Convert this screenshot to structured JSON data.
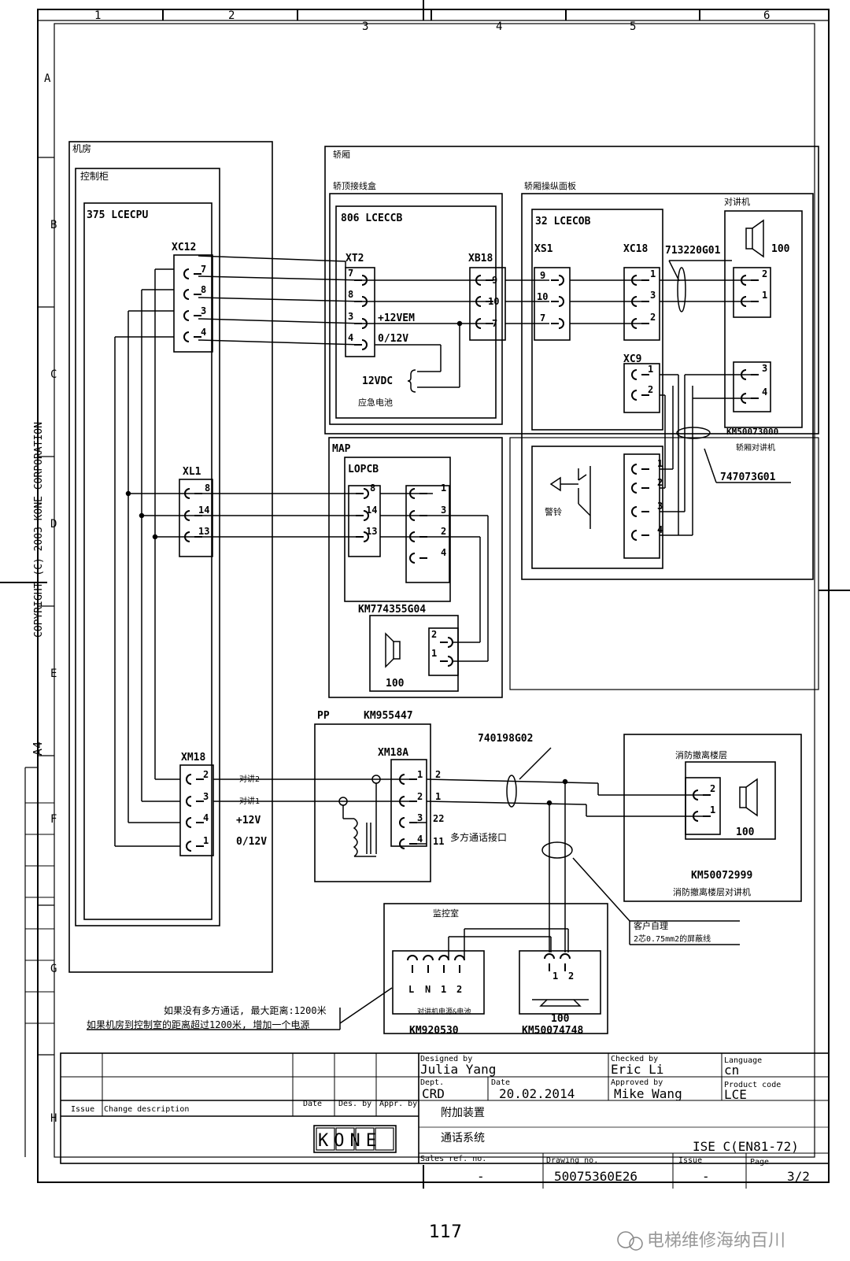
{
  "grid": {
    "columns": [
      "1",
      "2",
      "3",
      "4",
      "5",
      "6"
    ],
    "rows": [
      "A",
      "B",
      "C",
      "D",
      "E",
      "F",
      "G",
      "H"
    ]
  },
  "copyright": "COPYRIGHT (C) 2003 KONE CORPORATION",
  "paper_size": "A4",
  "regions": {
    "machine_room": "机房",
    "control_cabinet": "控制柜",
    "cpu_board": "375 LCECPU",
    "car": "轿厢",
    "car_top_box": "轿顶接线盒",
    "car_top_board": "806 LCECCB",
    "car_panel": "轿厢操纵面板",
    "car_panel_board": "32 LCECOB",
    "intercom": "对讲机",
    "map": "MAP",
    "lopcb": "LOPCB",
    "pp": "PP",
    "pp_code": "KM955447",
    "monitor_room": "监控室",
    "fire_floor": "消防撤离楼层"
  },
  "connectors": {
    "xc12": "XC12",
    "xt2": "XT2",
    "xb18": "XB18",
    "xs1": "XS1",
    "xc18": "XC18",
    "xc9": "XC9",
    "xl1": "XL1",
    "xm18": "XM18",
    "xm18a": "XM18A"
  },
  "pins": {
    "xc12": [
      "7",
      "8",
      "3",
      "4"
    ],
    "xt2": [
      "7",
      "8",
      "3",
      "4"
    ],
    "xb18": [
      "9",
      "10",
      "7"
    ],
    "xs1": [
      "9",
      "10",
      "7"
    ],
    "xc18": [
      "1",
      "3",
      "2"
    ],
    "xc9": [
      "1",
      "2"
    ],
    "car_intercom_top": [
      "2",
      "1"
    ],
    "car_intercom_bottom": [
      "3",
      "4"
    ],
    "bell": [
      "1",
      "2",
      "3",
      "4"
    ],
    "xl1": [
      "8",
      "14",
      "13"
    ],
    "lopcb_left": [
      "8",
      "14",
      "13"
    ],
    "lopcb_right": [
      "1",
      "3",
      "2",
      "4"
    ],
    "map_speaker": [
      "2",
      "1"
    ],
    "xm18": [
      "2",
      "3",
      "4",
      "1"
    ],
    "xm18a": [
      "1",
      "2",
      "3",
      "4"
    ],
    "xm18a_out": [
      "2",
      "1",
      "22",
      "11"
    ],
    "fire_speaker": [
      "2",
      "1"
    ],
    "monitor_power": [
      "L",
      "N",
      "1",
      "2"
    ],
    "monitor_speaker": [
      "1",
      "2"
    ]
  },
  "labels": {
    "plus12vem": "+12VEM",
    "zero12v_a": "0/12V",
    "v12dc": "12VDC",
    "emergency_battery": "应急电池",
    "cable_713": "713220G01",
    "speaker_100": "100",
    "car_intercom_code": "KM50073000",
    "car_intercom_name": "轿厢对讲机",
    "cable_747": "747073G01",
    "bell": "警铃",
    "map_code": "KM774355G04",
    "talk2": "对讲2",
    "talk1": "对讲1",
    "plus12v": "+12V",
    "zero12v_b": "0/12V",
    "cable_740": "740198G02",
    "multi_party_port": "多方通话接口",
    "fire_code": "KM50072999",
    "fire_name": "消防撤离楼层对讲机",
    "customer_own": "客户自理",
    "shielded_wire": "2芯0.75mm2的屏蔽线",
    "note_line1": "如果没有多方通话, 最大距离:1200米",
    "note_line2": "如果机房到控制室的距离超过1200米, 增加一个电源",
    "monitor_power_name": "对讲机电源&电池",
    "monitor_power_code": "KM920530",
    "monitor_speaker_code": "KM50074748"
  },
  "title_block": {
    "designed_by_label": "Designed by",
    "designed_by": "Julia Yang",
    "checked_by_label": "Checked by",
    "checked_by": "Eric Li",
    "language_label": "Language",
    "language": "cn",
    "dept_label": "Dept.",
    "dept": "CRD",
    "date_label": "Date",
    "date": "20.02.2014",
    "approved_by_label": "Approved by",
    "approved_by": "Mike Wang",
    "product_code_label": "Product code",
    "product_code": "LCE",
    "issue_col": "Issue",
    "change_desc_col": "Change description",
    "date_col": "Date",
    "des_by_col": "Des. by",
    "appr_by_col": "Appr. by",
    "title1": "附加装置",
    "title2": "通话系统",
    "standard": "ISE C(EN81-72)",
    "sales_ref_label": "Sales ref. no.",
    "sales_ref": "-",
    "drawing_no_label": "Drawing no.",
    "drawing_no": "50075360E26",
    "issue_label": "Issue",
    "issue": "-",
    "page_label": "Page",
    "page": "3/2",
    "logo": "KONE"
  },
  "page_number": "117",
  "watermark": "电梯维修海纳百川"
}
